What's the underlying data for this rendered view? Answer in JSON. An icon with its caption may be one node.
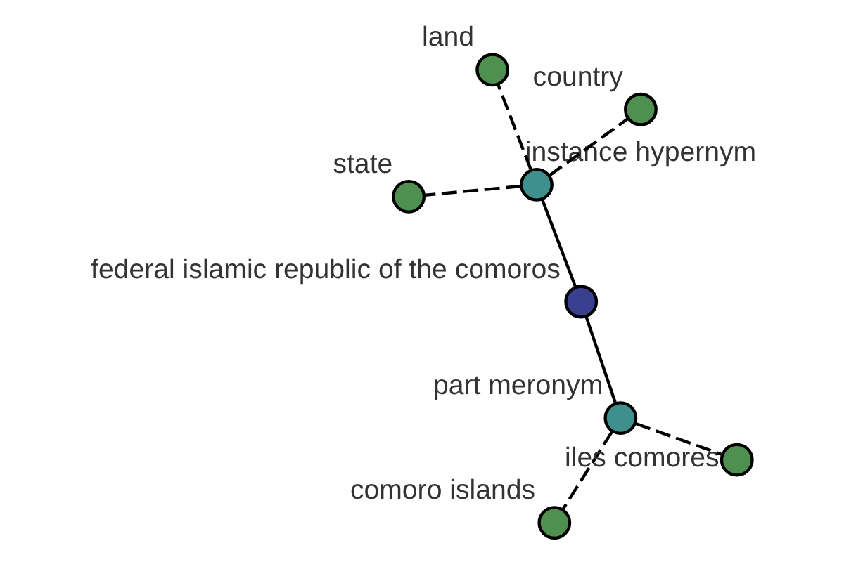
{
  "diagram": {
    "nodes": [
      {
        "text": [
          "land"
        ]
      },
      {
        "text": [
          "country"
        ]
      },
      {
        "text": [
          "state"
        ]
      },
      {
        "text": [
          "instance hypernym"
        ]
      },
      {
        "text": [
          "federal islamic republic of the comoros"
        ]
      },
      {
        "text": [
          "part meronym"
        ]
      },
      {
        "text": [
          "comoro islands"
        ]
      },
      {
        "text": [
          "iles comores"
        ]
      }
    ],
    "edges": [
      {
        "from": 3,
        "to": 1,
        "arrow": "none",
        "style": "dashed"
      },
      {
        "from": 3,
        "to": 0,
        "arrow": "none",
        "style": "dashed"
      },
      {
        "from": 3,
        "to": 2,
        "arrow": "none",
        "style": "dashed"
      },
      {
        "from": 4,
        "to": 3,
        "arrow": "none"
      },
      {
        "from": 4,
        "to": 5,
        "arrow": "none"
      },
      {
        "from": 5,
        "to": 6,
        "arrow": "none",
        "style": "dashed"
      },
      {
        "from": 5,
        "to": 7,
        "arrow": "none",
        "style": "dashed"
      }
    ]
  }
}
